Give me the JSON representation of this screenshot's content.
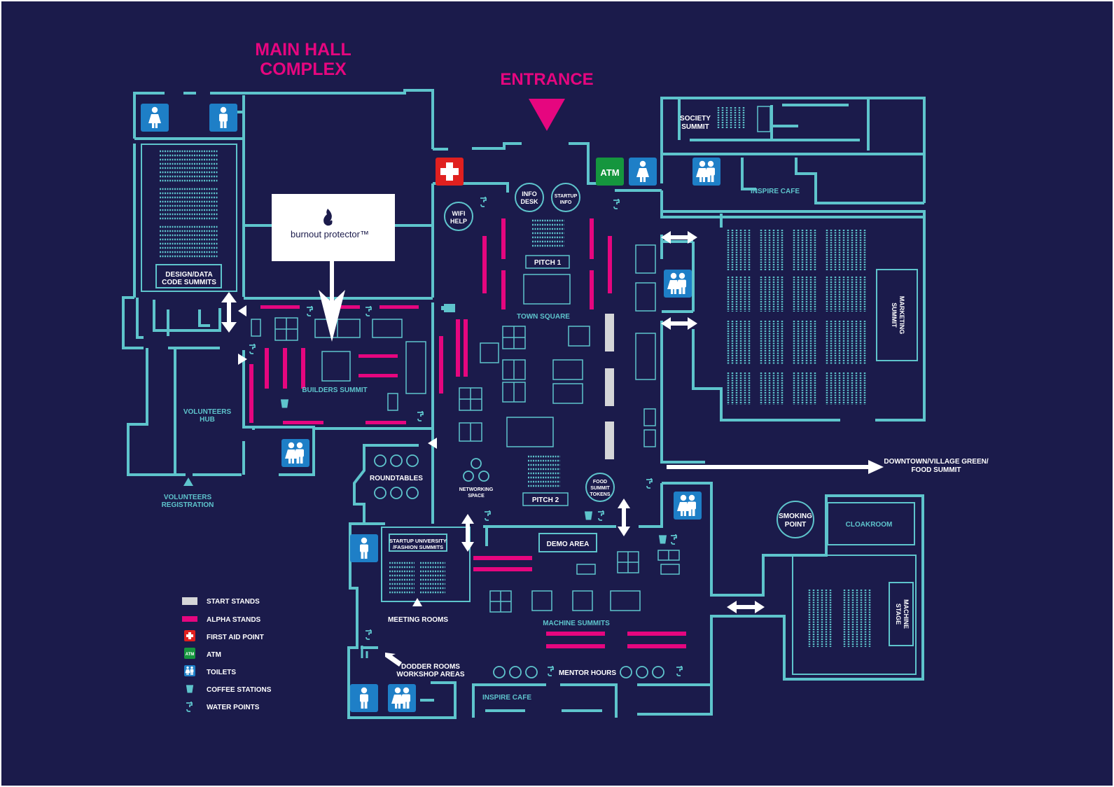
{
  "colors": {
    "background": "#1b1b4b",
    "wall": "#5ec4cc",
    "alpha": "#e6067f",
    "start": "#d5d6d8",
    "toilet": "#1e7fc7",
    "first_aid": "#e0201f",
    "atm": "#15963e",
    "white": "#ffffff"
  },
  "headings": {
    "main_hall": [
      "MAIN HALL",
      "COMPLEX"
    ],
    "entrance": "ENTRANCE"
  },
  "sponsor": {
    "name": "burnout protector™"
  },
  "areas": {
    "society": [
      "SOCIETY",
      "SUMMIT"
    ],
    "inspire_cafe_top": "INSPIRE CAFE",
    "design_data": [
      "DESIGN/DATA",
      "CODE SUMMITS"
    ],
    "info_desk": [
      "INFO",
      "DESK"
    ],
    "startup_info": [
      "STARTUP",
      "INFO"
    ],
    "wifi_help": [
      "WIFI",
      "HELP"
    ],
    "pitch1": "PITCH 1",
    "town_square": "TOWN SQUARE",
    "marketing": [
      "MARKETING",
      "SUMMIT"
    ],
    "builders": "BUILDERS SUMMIT",
    "volunteers_hub": [
      "VOLUNTEERS",
      "HUB"
    ],
    "volunteers_registration": [
      "VOLUNTEERS",
      "REGISTRATION"
    ],
    "roundtables": "ROUNDTABLES",
    "networking": [
      "NETWORKING",
      "SPACE"
    ],
    "pitch2": "PITCH 2",
    "food_tokens": [
      "FOOD",
      "SUMMIT",
      "TOKENS"
    ],
    "downtown": [
      "DOWNTOWN/VILLAGE GREEN/",
      "FOOD SUMMIT"
    ],
    "smoking": [
      "SMOKING",
      "POINT"
    ],
    "cloakroom": "CLOAKROOM",
    "startup_university": [
      "STARTUP UNIVERSITY",
      "/FASHION SUMMITS"
    ],
    "demo_area": "DEMO AREA",
    "meeting_rooms": "MEETING ROOMS",
    "machine_summits": "MACHINE SUMMITS",
    "machine_stage": [
      "MACHINE",
      "STAGE"
    ],
    "dodder": [
      "DODDER ROOMS",
      "WORKSHOP AREAS"
    ],
    "mentor_hours": "MENTOR HOURS",
    "inspire_cafe_bottom": "INSPIRE CAFE"
  },
  "icon_text": {
    "atm": "ATM"
  },
  "legend": [
    {
      "key": "start",
      "label": "START STANDS",
      "icon": "start-stand-swatch"
    },
    {
      "key": "alpha",
      "label": "ALPHA STANDS",
      "icon": "alpha-stand-swatch"
    },
    {
      "key": "first_aid",
      "label": "FIRST AID POINT",
      "icon": "first-aid-icon"
    },
    {
      "key": "atm",
      "label": "ATM",
      "icon": "atm-icon"
    },
    {
      "key": "toilets",
      "label": "TOILETS",
      "icon": "toilets-icon"
    },
    {
      "key": "coffee",
      "label": "COFFEE STATIONS",
      "icon": "coffee-cup-icon"
    },
    {
      "key": "water",
      "label": "WATER POINTS",
      "icon": "water-tap-icon"
    }
  ]
}
